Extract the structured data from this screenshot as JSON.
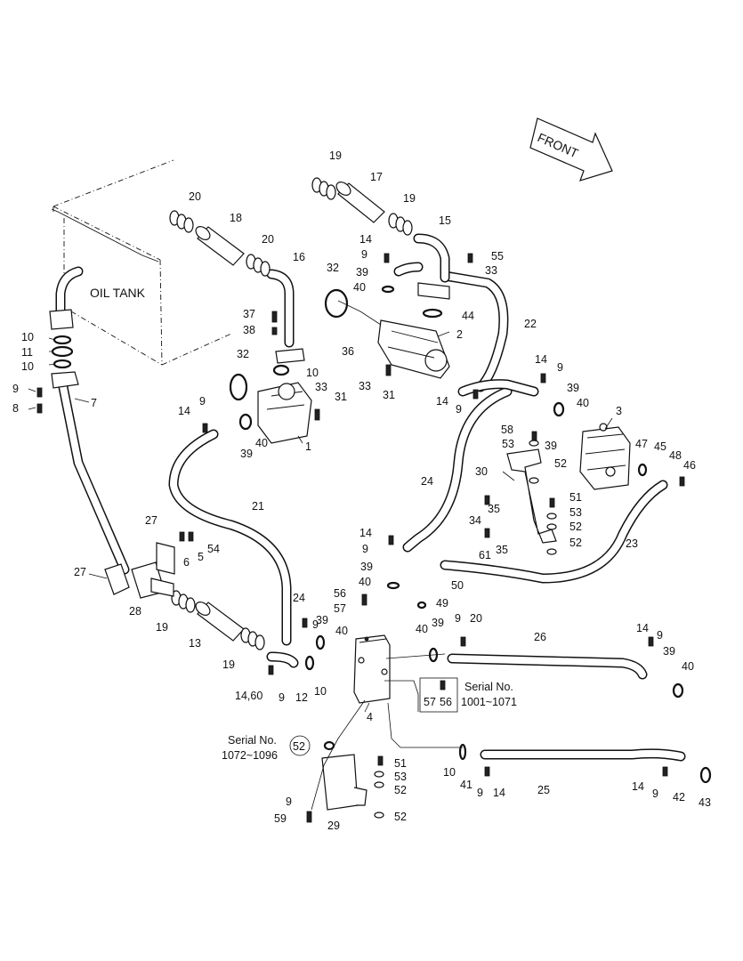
{
  "labels": {
    "oil_tank": "OIL TANK",
    "front": "FRONT",
    "serial_a_line1": "Serial No.",
    "serial_a_line2": "1001~1071",
    "serial_b_line1": "Serial No.",
    "serial_b_line2": "1072~1096"
  },
  "callouts": {
    "c1": "1",
    "c2": "2",
    "c3": "3",
    "c4": "4",
    "c5": "5",
    "c6": "6",
    "c7": "7",
    "c8": "8",
    "c9": "9",
    "c10": "10",
    "c11": "11",
    "c12": "12",
    "c13": "13",
    "c14": "14",
    "c14_60": "14,60",
    "c15": "15",
    "c16": "16",
    "c17": "17",
    "c18": "18",
    "c19": "19",
    "c20": "20",
    "c21": "21",
    "c22": "22",
    "c23": "23",
    "c24": "24",
    "c25": "25",
    "c26": "26",
    "c27": "27",
    "c28": "28",
    "c29": "29",
    "c30": "30",
    "c31": "31",
    "c32": "32",
    "c33": "33",
    "c34": "34",
    "c35": "35",
    "c36": "36",
    "c37": "37",
    "c38": "38",
    "c39": "39",
    "c40": "40",
    "c41": "41",
    "c42": "42",
    "c43": "43",
    "c44": "44",
    "c45": "45",
    "c46": "46",
    "c47": "47",
    "c48": "48",
    "c49": "49",
    "c50": "50",
    "c51": "51",
    "c52": "52",
    "c53": "53",
    "c54": "54",
    "c55": "55",
    "c56": "56",
    "c57": "57",
    "c58": "58",
    "c59": "59",
    "c61": "61"
  }
}
